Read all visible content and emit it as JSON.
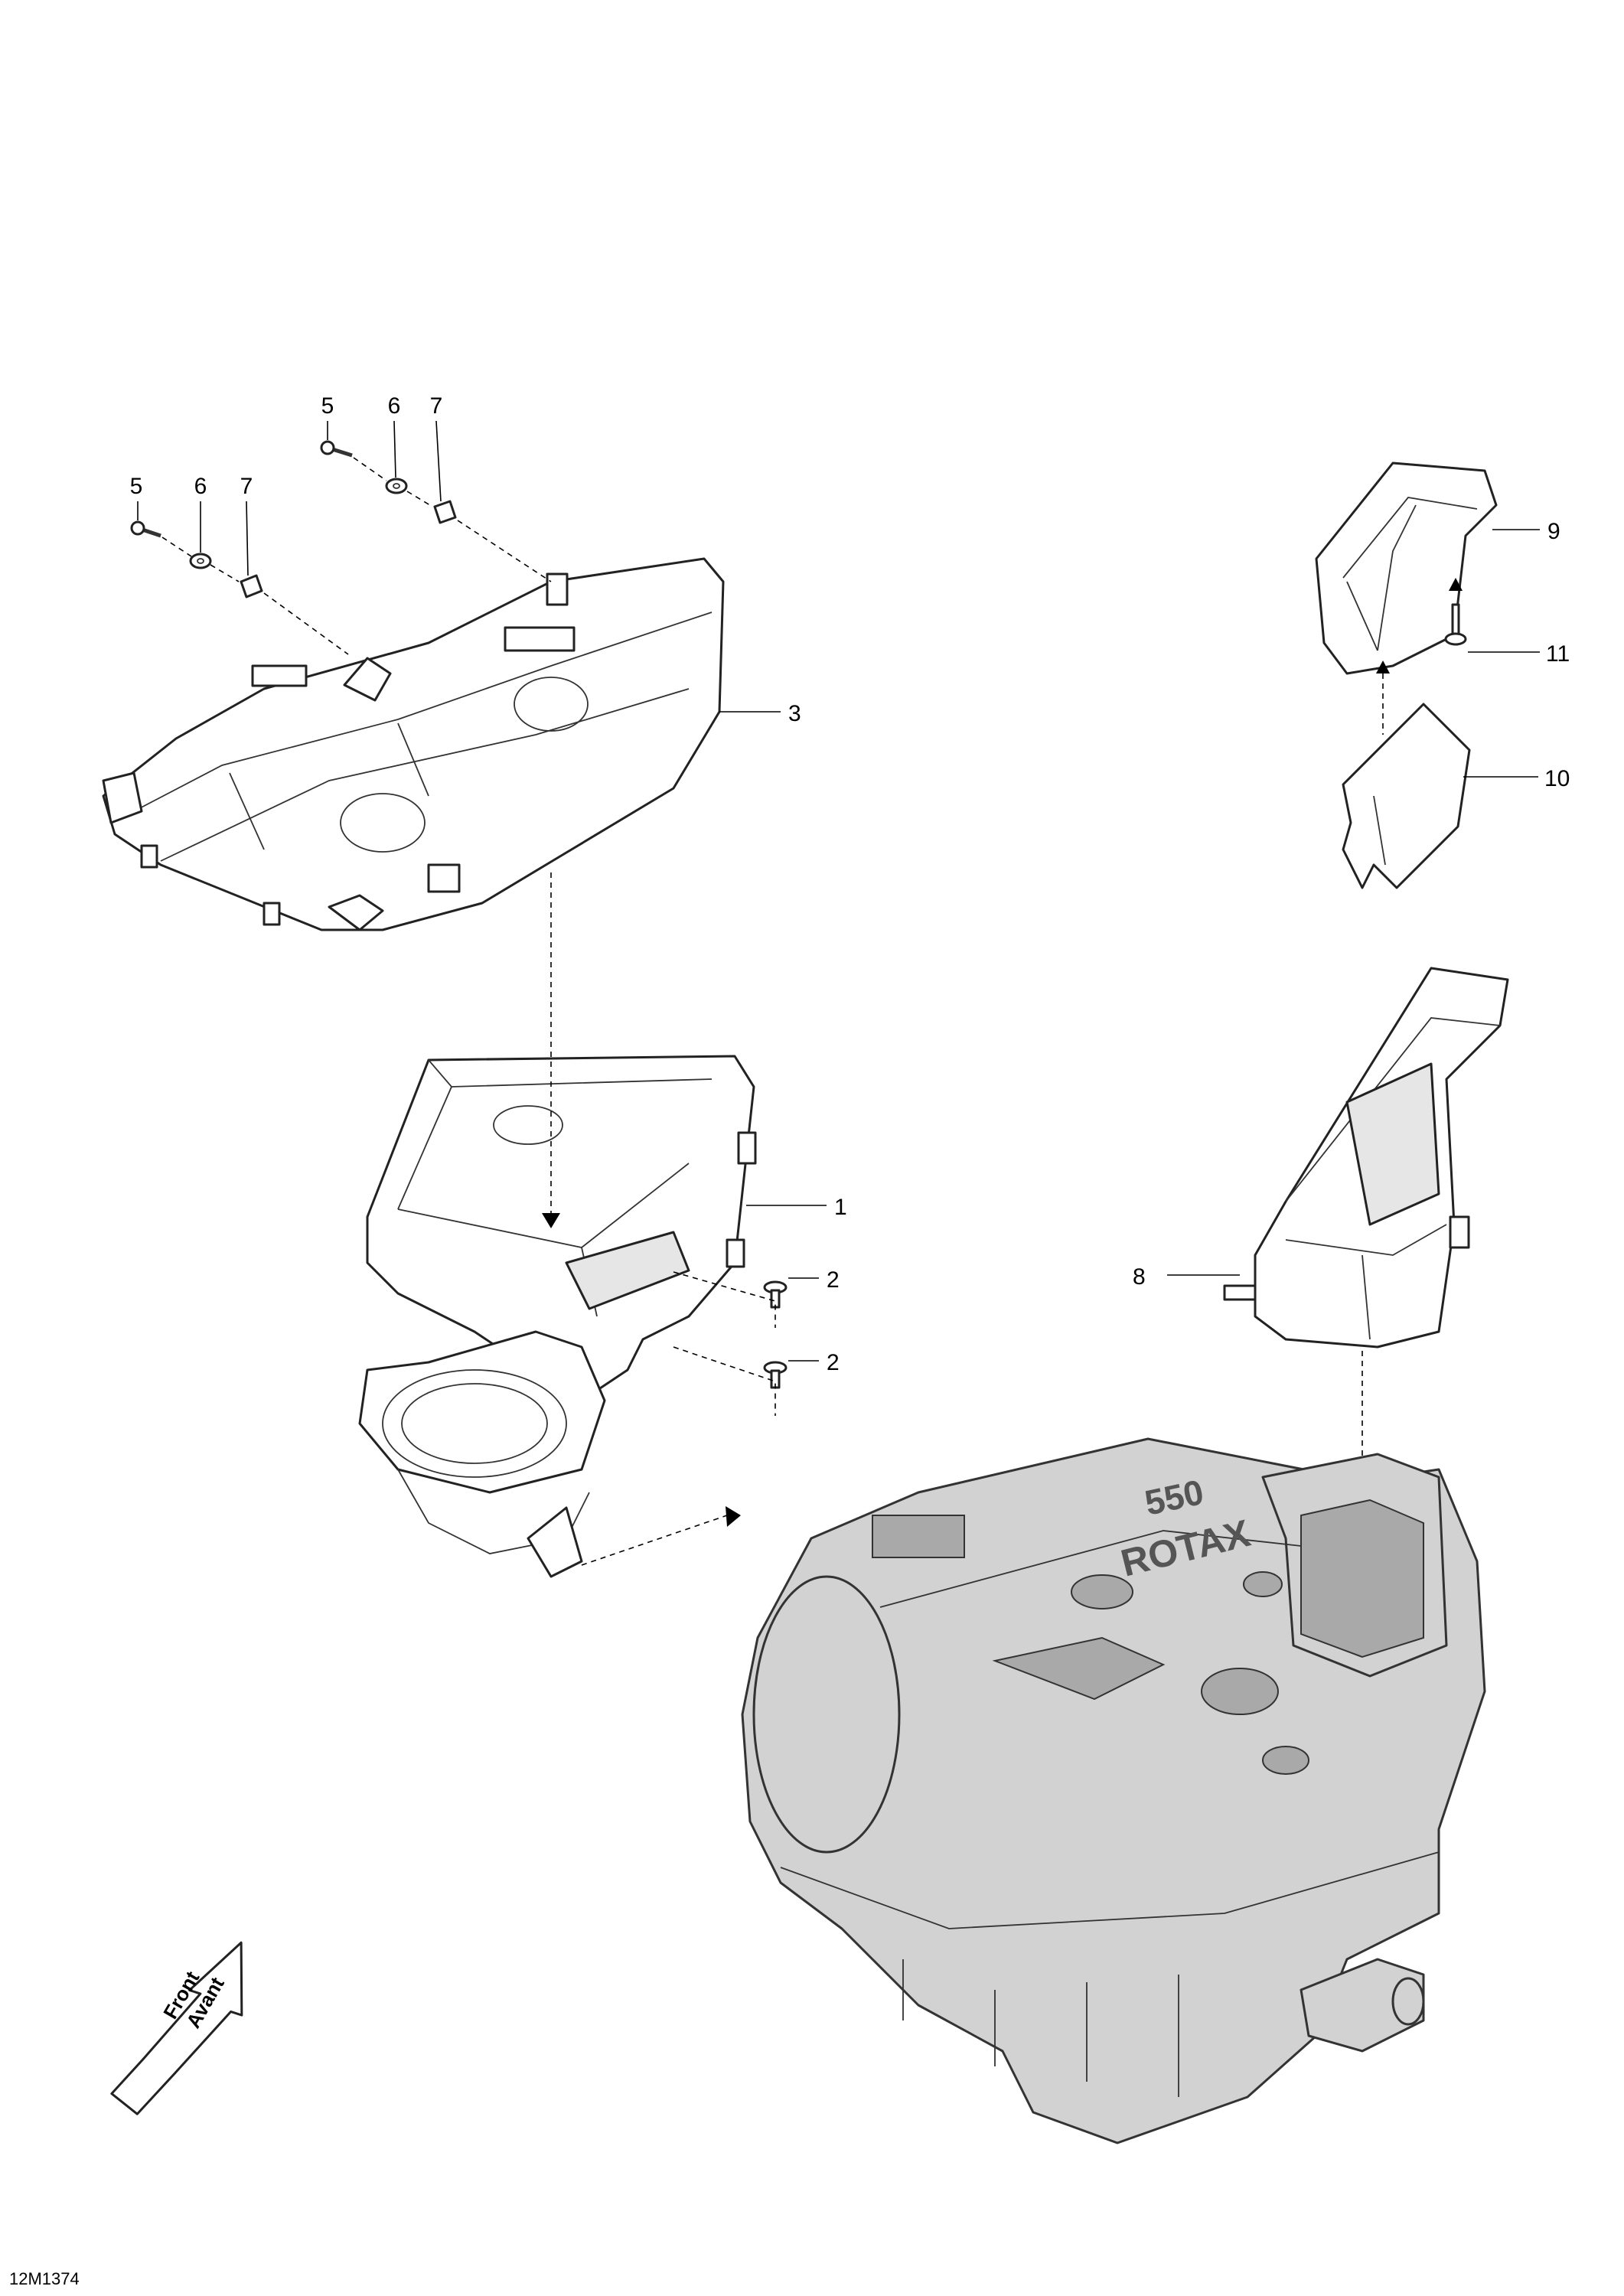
{
  "callouts": {
    "c1": "1",
    "c2a": "2",
    "c2b": "2",
    "c3": "3",
    "c5a": "5",
    "c6a": "6",
    "c7a": "7",
    "c5b": "5",
    "c6b": "6",
    "c7b": "7",
    "c8": "8",
    "c9": "9",
    "c10": "10",
    "c11": "11"
  },
  "engine_marking": {
    "displacement": "550",
    "brand": "ROTAX"
  },
  "orientation": {
    "front": "Front",
    "avant": "Avant"
  },
  "figure_code": "12M1374"
}
